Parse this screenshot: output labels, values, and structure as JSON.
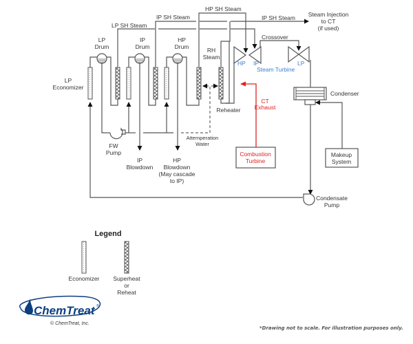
{
  "diagram": {
    "labels": {
      "lp_sh_steam": "LP SH Steam",
      "ip_sh_steam_top": "IP SH Steam",
      "hp_sh_steam": "HP SH Steam",
      "ip_sh_steam_right": "IP SH Steam",
      "steam_injection_1": "Steam Injection",
      "steam_injection_2": "to CT",
      "steam_injection_3": "(if used)",
      "lp_drum_1": "LP",
      "lp_drum_2": "Drum",
      "ip_drum_1": "IP",
      "ip_drum_2": "Drum",
      "hp_drum_1": "HP",
      "hp_drum_2": "Drum",
      "rh_steam_1": "RH",
      "rh_steam_2": "Steam",
      "lp_economizer_1": "LP",
      "lp_economizer_2": "Economizer",
      "reheater": "Reheater",
      "crossover": "Crossover",
      "turbine_hp": "HP",
      "turbine_ip": "IP",
      "turbine_lp": "LP",
      "steam_turbine": "Steam Turbine",
      "ct_exhaust_1": "CT",
      "ct_exhaust_2": "Exhaust",
      "condenser": "Condenser",
      "combustion_turbine_1": "Combustion",
      "combustion_turbine_2": "Turbine",
      "makeup_system_1": "Makeup",
      "makeup_system_2": "System",
      "fw_pump_1": "FW",
      "fw_pump_2": "Pump",
      "attemperation_1": "Attemperation",
      "attemperation_2": "Water",
      "ip_blowdown_1": "IP",
      "ip_blowdown_2": "Blowdown",
      "hp_blowdown_1": "HP",
      "hp_blowdown_2": "Blowdown",
      "hp_blowdown_3": "(May cascade",
      "hp_blowdown_4": "to IP)",
      "condensate_pump_1": "Condensate",
      "condensate_pump_2": "Pump"
    },
    "colors": {
      "line": "#555555",
      "turbine_label": "#3a7fd0",
      "exhaust": "#e02020",
      "brand": "#0d3e80"
    }
  },
  "legend": {
    "title": "Legend",
    "economizer": "Economizer",
    "superheat_1": "Superheat",
    "superheat_2": "or",
    "superheat_3": "Reheat"
  },
  "branding": {
    "logo": "ChemTreat",
    "registered": "®",
    "copyright": "© ChemTreat, Inc.",
    "disclaimer": "*Drawing not to scale. For illustration purposes only."
  }
}
